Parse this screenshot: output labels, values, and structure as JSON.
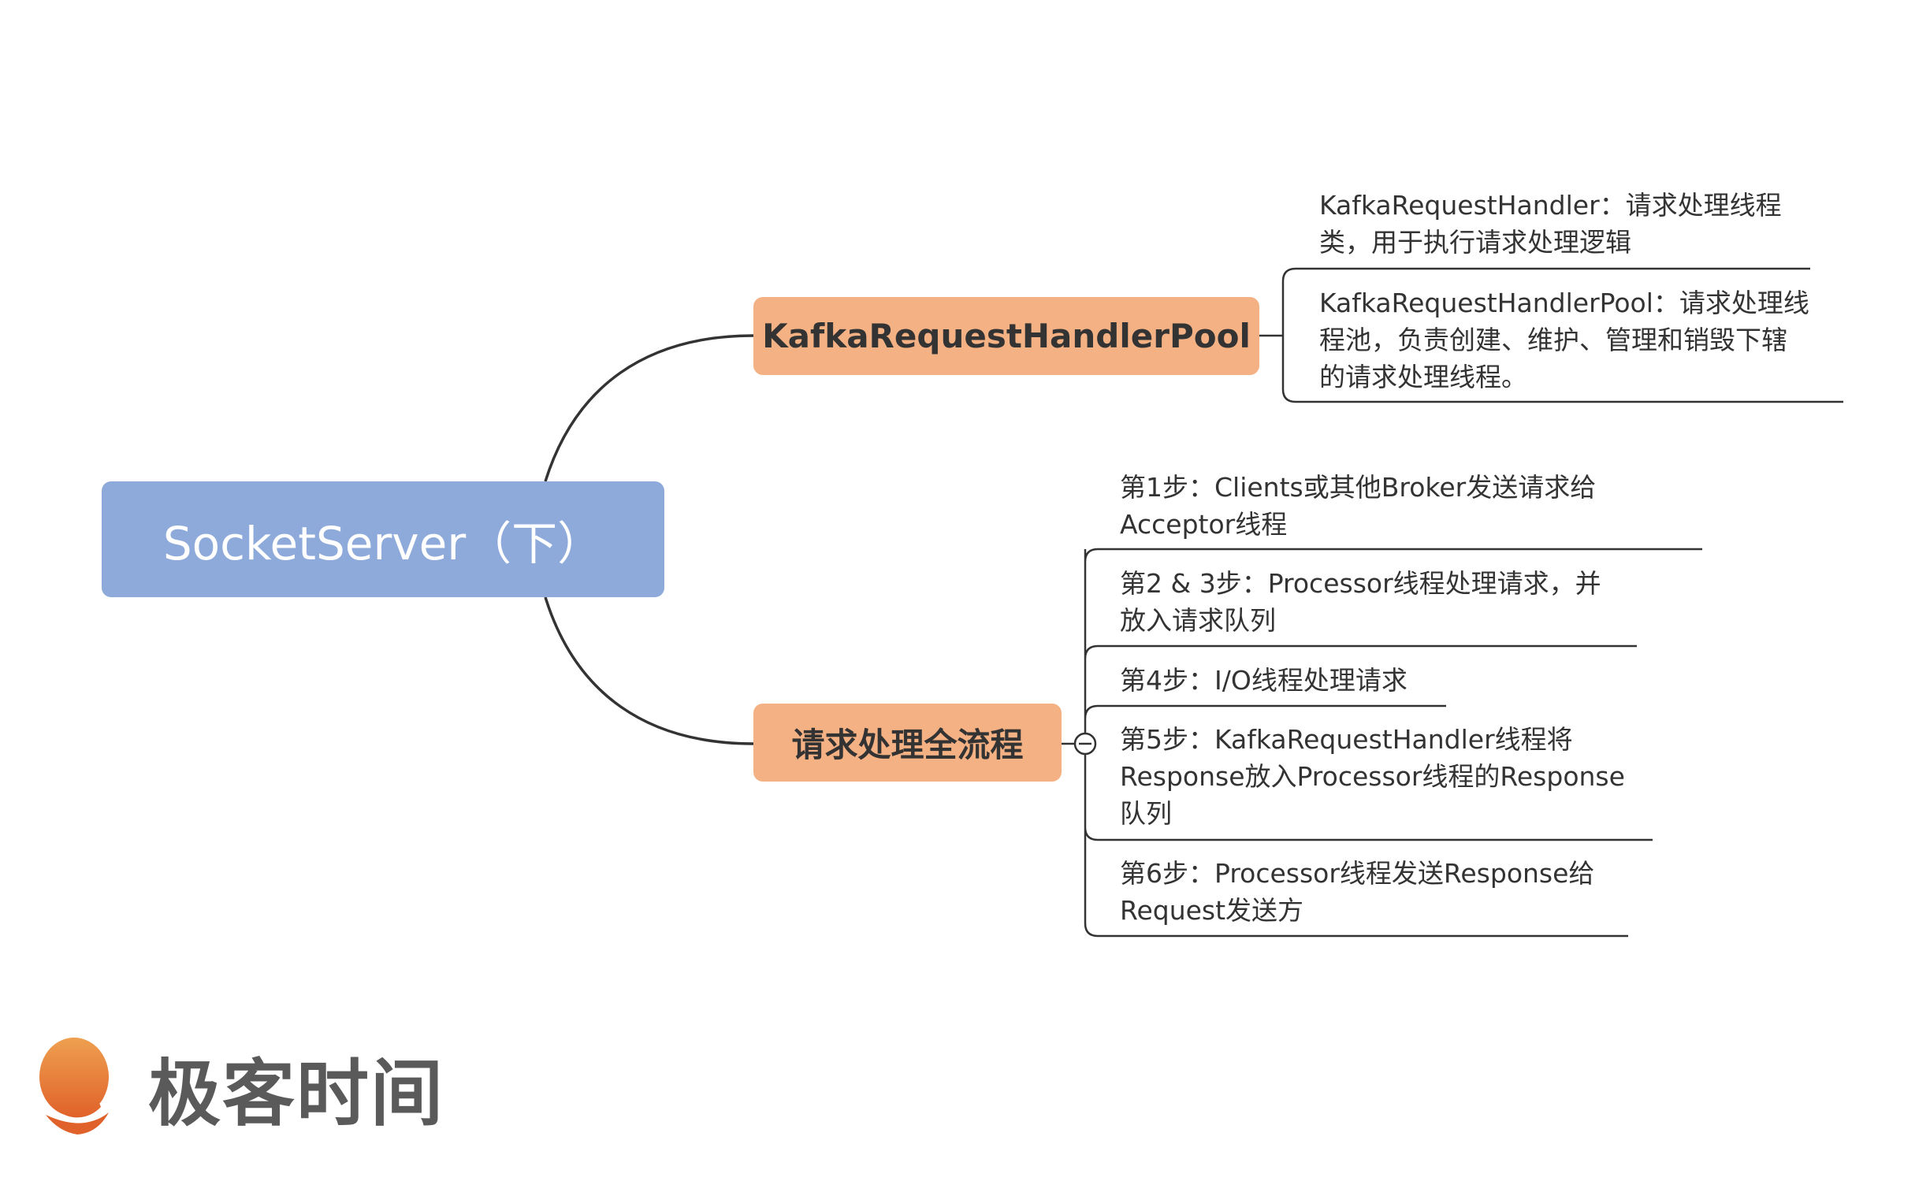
{
  "root": {
    "label": "SocketServer（下）",
    "color": "#8eaadb"
  },
  "branches": [
    {
      "label": "KafkaRequestHandlerPool",
      "color": "#f4b183",
      "leaves": [
        {
          "lines": [
            "KafkaRequestHandler：请求处理线程",
            "类，用于执行请求处理逻辑"
          ]
        },
        {
          "lines": [
            "KafkaRequestHandlerPool：请求处理线",
            "程池，负责创建、维护、管理和销毁下辖",
            "的请求处理线程。"
          ]
        }
      ]
    },
    {
      "label": "请求处理全流程",
      "color": "#f4b183",
      "leaves": [
        {
          "lines": [
            "第1步：Clients或其他Broker发送请求给",
            "Acceptor线程"
          ]
        },
        {
          "lines": [
            "第2 & 3步：Processor线程处理请求，并",
            "放入请求队列"
          ]
        },
        {
          "lines": [
            "第4步：I/O线程处理请求"
          ]
        },
        {
          "lines": [
            "第5步：KafkaRequestHandler线程将",
            "Response放入Processor线程的Response",
            "队列"
          ]
        },
        {
          "lines": [
            "第6步：Processor线程发送Response给",
            "Request发送方"
          ]
        }
      ]
    }
  ],
  "logo": {
    "text": "极客时间",
    "color": "#e8793a"
  }
}
